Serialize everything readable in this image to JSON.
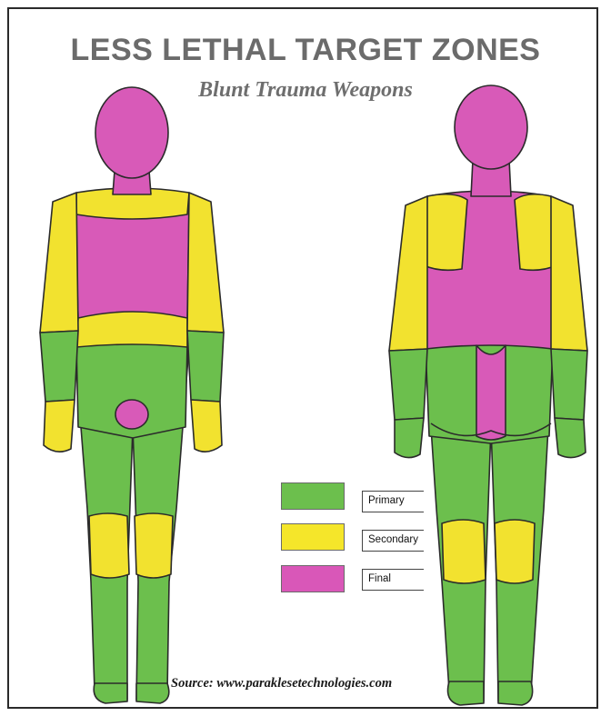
{
  "title": "LESS LETHAL TARGET ZONES",
  "subtitle": "Blunt Trauma Weapons",
  "legend": [
    {
      "label": "Primary",
      "color": "#6cbf4d"
    },
    {
      "label": "Secondary",
      "color": "#f5e62a"
    },
    {
      "label": "Final",
      "color": "#d957b8"
    }
  ],
  "source": "Source: www.paraklesetechnologies.com",
  "zone_colors": {
    "primary": "#6cbf4d",
    "secondary": "#f2e22f",
    "final": "#d85ab8"
  }
}
